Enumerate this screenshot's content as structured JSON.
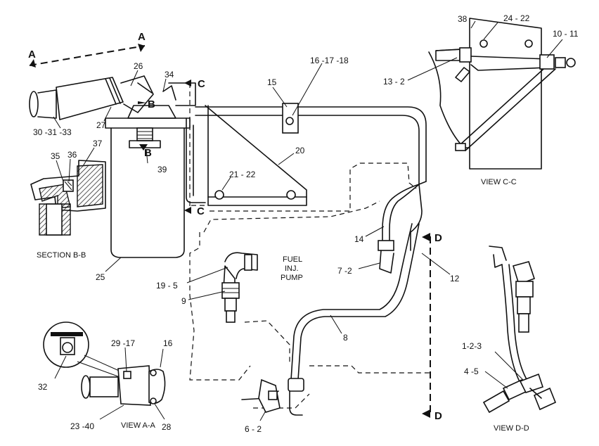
{
  "callouts": {
    "c_26": "26",
    "c_27": "27",
    "c_30_31_33": "30 -31 -33",
    "c_34": "34",
    "c_15": "15",
    "c_16_17_18": "16 -17 -18",
    "c_20": "20",
    "c_21_22": "21 - 22",
    "c_35": "35",
    "c_36": "36",
    "c_37": "37",
    "c_39": "39",
    "c_25": "25",
    "c_19_5": "19 - 5",
    "c_9": "9",
    "c_14": "14",
    "c_7_2": "7 -2",
    "c_12": "12",
    "c_8": "8",
    "c_32": "32",
    "c_29_17": "29 -17",
    "c_16b": "16",
    "c_23_40": "23 -40",
    "c_28": "28",
    "c_6_2": "6 - 2",
    "c_38": "38",
    "c_24_22": "24 - 22",
    "c_10_11": "10 - 11",
    "c_13_2": "13 - 2",
    "c_1_2_3": "1-2-3",
    "c_4_5": "4 -5"
  },
  "section_markers": {
    "a_left": "A",
    "a_right": "A",
    "b_upper": "B",
    "b_lower": "B",
    "c_upper": "C",
    "c_lower": "C",
    "d_upper": "D",
    "d_lower": "D"
  },
  "titles": {
    "section_b_b": "SECTION B-B",
    "view_a_a": "VIEW A-A",
    "view_c_c": "VIEW C-C",
    "view_d_d": "VIEW D-D"
  },
  "fuel_pump_label": {
    "line1": "FUEL",
    "line2": "INJ.",
    "line3": "PUMP"
  }
}
